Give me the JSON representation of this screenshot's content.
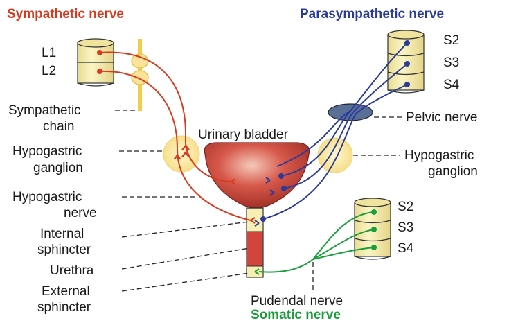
{
  "headers": {
    "sympathetic": "Sympathetic nerve",
    "parasympathetic": "Parasympathetic nerve",
    "somatic": "Somatic nerve"
  },
  "labels": {
    "l1": "L1",
    "l2": "L2",
    "sympathetic_chain_1": "Sympathetic",
    "sympathetic_chain_2": "chain",
    "hypogastric_ganglion_left_1": "Hypogastric",
    "hypogastric_ganglion_left_2": "ganglion",
    "hypogastric_nerve_1": "Hypogastric",
    "hypogastric_nerve_2": "nerve",
    "internal_sphincter_1": "Internal",
    "internal_sphincter_2": "sphincter",
    "urethra": "Urethra",
    "external_sphincter_1": "External",
    "external_sphincter_2": "sphincter",
    "urinary_bladder": "Urinary bladder",
    "pelvic_nerve": "Pelvic nerve",
    "hypogastric_ganglion_right_1": "Hypogastric",
    "hypogastric_ganglion_right_2": "ganglion",
    "pudendal_nerve": "Pudendal nerve",
    "para_s2": "S2",
    "para_s3": "S3",
    "para_s4": "S4",
    "som_s2": "S2",
    "som_s3": "S3",
    "som_s4": "S4"
  },
  "colors": {
    "sympathetic": "#d93a1f",
    "parasympathetic": "#2b3b9a",
    "somatic": "#1a9e3a",
    "vertebra": "#f6eeae",
    "ganglion": "#fbe9a0",
    "bladder": "#c9443a",
    "pelvic_plexus": "#556b92"
  }
}
